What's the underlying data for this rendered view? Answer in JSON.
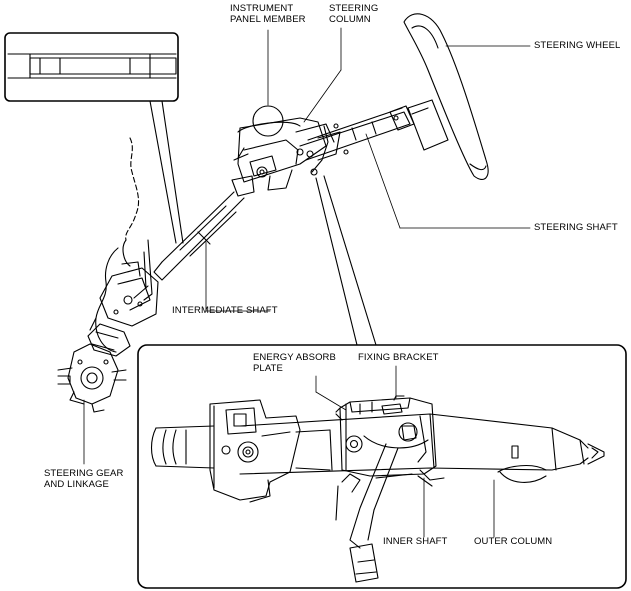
{
  "labels": {
    "instrument_panel_member": "INSTRUMENT\nPANEL MEMBER",
    "steering_column": "STEERING\nCOLUMN",
    "steering_wheel": "STEERING WHEEL",
    "steering_shaft": "STEERING SHAFT",
    "intermediate_shaft": "INTERMEDIATE SHAFT",
    "steering_gear_and_linkage": "STEERING GEAR\nAND LINKAGE",
    "energy_absorb_plate": "ENERGY ABSORB\nPLATE",
    "fixing_bracket": "FIXING BRACKET",
    "inner_shaft": "INNER SHAFT",
    "outer_column": "OUTER COLUMN"
  },
  "colors": {
    "line": "#000000",
    "background": "#ffffff"
  }
}
